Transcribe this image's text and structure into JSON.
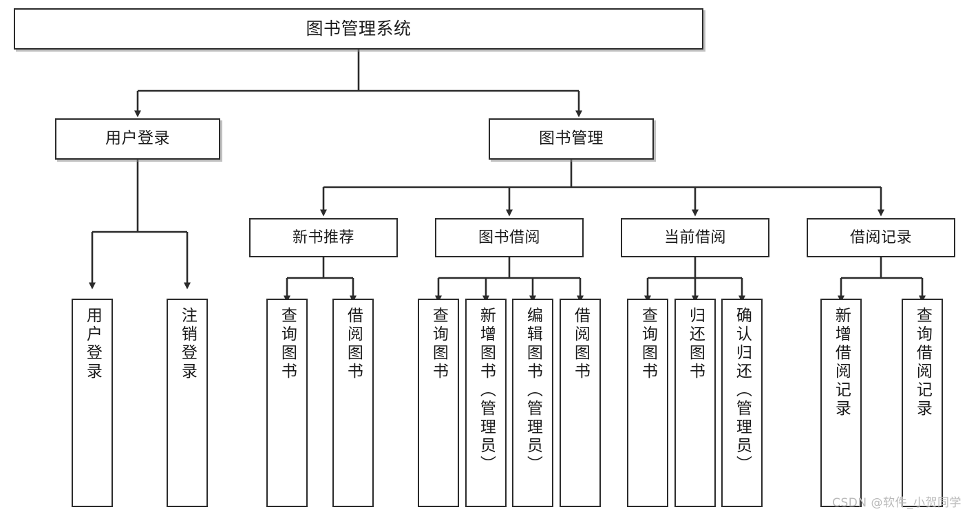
{
  "diagram": {
    "title": "图书管理系统",
    "type": "tree",
    "watermark": "CSDN @软件_小贺同学",
    "colors": {
      "border": "#2b2b2b",
      "background": "#ffffff",
      "edge": "#2b2b2b",
      "watermark": "#b9b9b9"
    },
    "nodes": {
      "root": {
        "label": "图书管理系统"
      },
      "level2": [
        {
          "id": "user-login",
          "label": "用户登录"
        },
        {
          "id": "book-manage",
          "label": "图书管理"
        }
      ],
      "level3": [
        {
          "id": "new-book-rec",
          "label": "新书推荐"
        },
        {
          "id": "book-borrow",
          "label": "图书借阅"
        },
        {
          "id": "current-borrow",
          "label": "当前借阅"
        },
        {
          "id": "borrow-record",
          "label": "借阅记录"
        }
      ],
      "leaves": [
        {
          "id": "leaf-user-login",
          "parent": "user-login",
          "label": "用户登录"
        },
        {
          "id": "leaf-user-logout",
          "parent": "user-login",
          "label": "注销登录"
        },
        {
          "id": "leaf-query-book-1",
          "parent": "new-book-rec",
          "label": "查询图书"
        },
        {
          "id": "leaf-borrow-book-1",
          "parent": "new-book-rec",
          "label": "借阅图书"
        },
        {
          "id": "leaf-query-book-2",
          "parent": "book-borrow",
          "label": "查询图书"
        },
        {
          "id": "leaf-add-book",
          "parent": "book-borrow",
          "label": "新增图书（管理员）"
        },
        {
          "id": "leaf-edit-book",
          "parent": "book-borrow",
          "label": "编辑图书（管理员）"
        },
        {
          "id": "leaf-borrow-book-2",
          "parent": "book-borrow",
          "label": "借阅图书"
        },
        {
          "id": "leaf-query-book-3",
          "parent": "current-borrow",
          "label": "查询图书"
        },
        {
          "id": "leaf-return-book",
          "parent": "current-borrow",
          "label": "归还图书"
        },
        {
          "id": "leaf-confirm-return",
          "parent": "current-borrow",
          "label": "确认归还（管理员）"
        },
        {
          "id": "leaf-add-record",
          "parent": "borrow-record",
          "label": "新增借阅记录"
        },
        {
          "id": "leaf-query-record",
          "parent": "borrow-record",
          "label": "查询借阅记录"
        }
      ]
    }
  }
}
